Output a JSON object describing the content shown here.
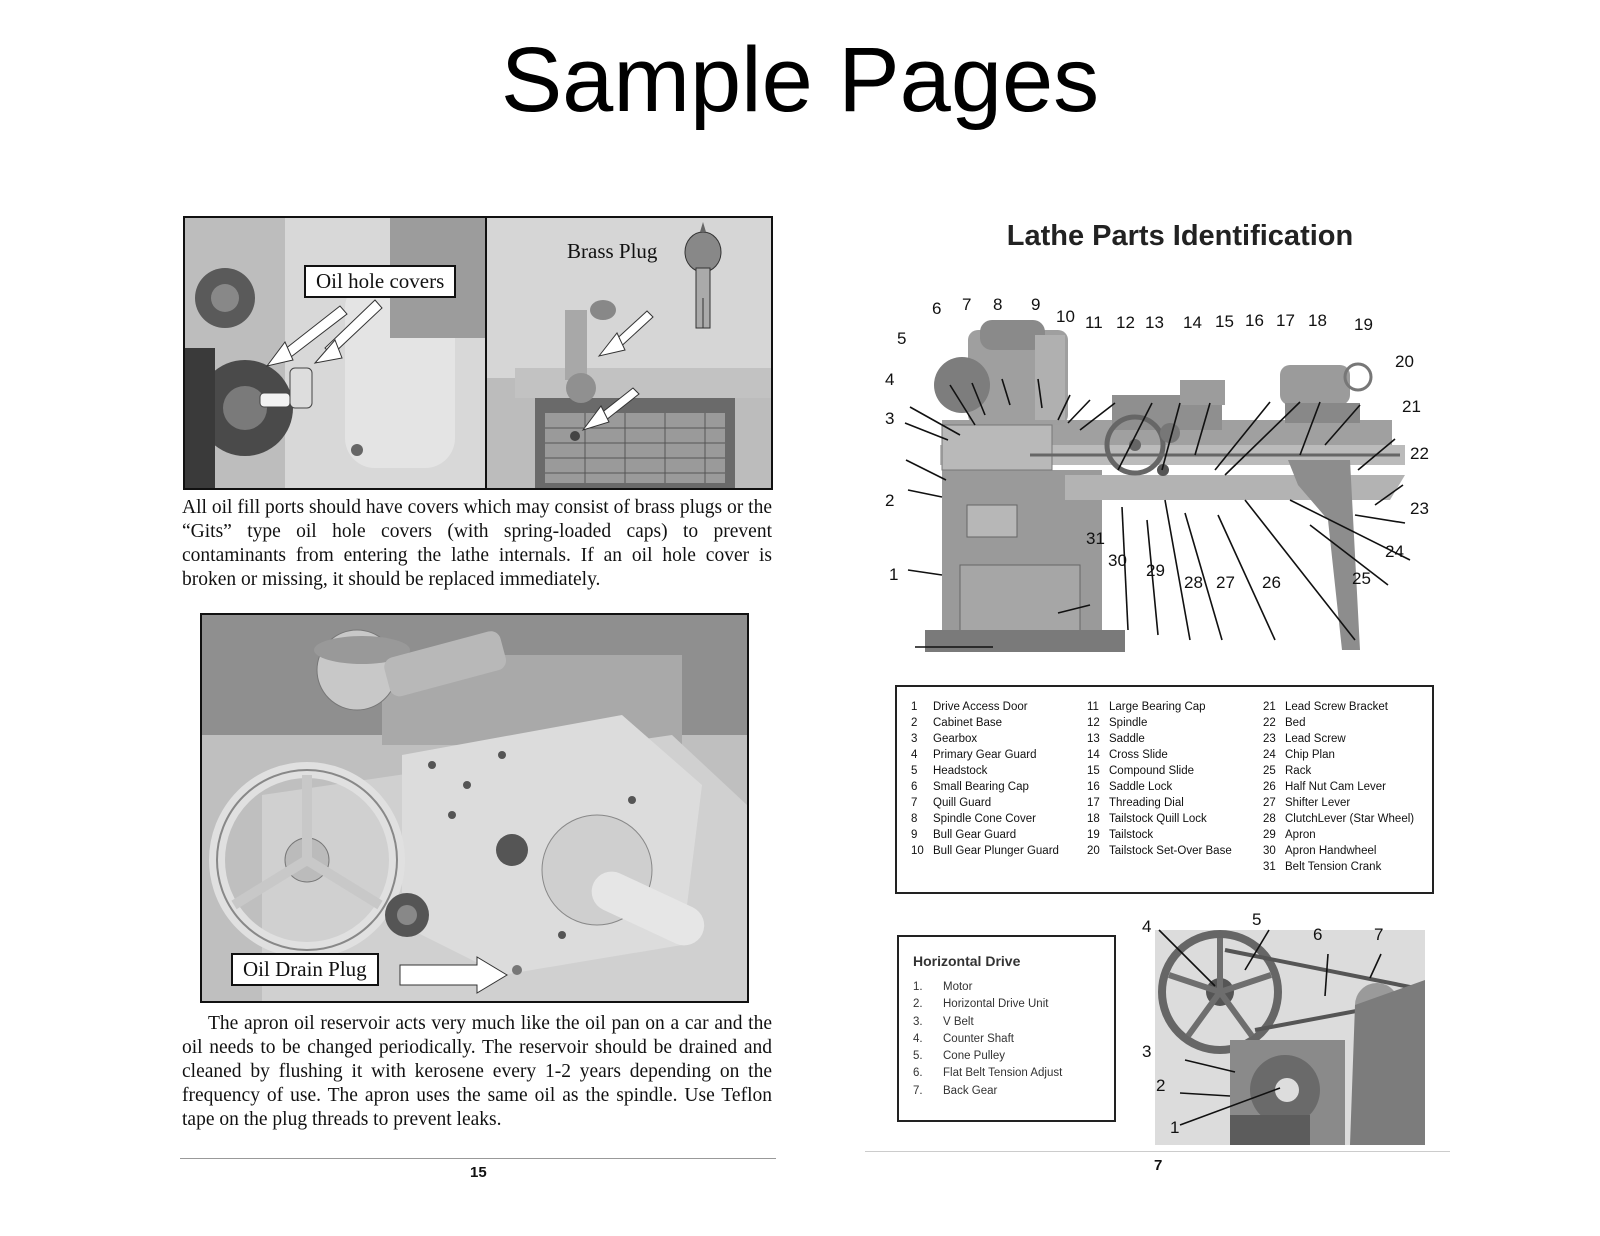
{
  "title": "Sample Pages",
  "left_page": {
    "photo1": {
      "callout_oil_hole_covers": "Oil hole covers",
      "label_brass_plug": "Brass Plug"
    },
    "paragraph1": "All oil fill ports should have covers which may consist of brass plugs or the “Gits” type oil hole covers (with spring-loaded caps) to prevent contaminants from entering the lathe internals. If an oil hole cover is broken or missing, it should be replaced immediately.",
    "photo2": {
      "callout_oil_drain_plug": "Oil Drain Plug"
    },
    "paragraph2": "The apron oil reservoir acts very much like the oil pan on a car and the oil needs to be changed periodically.  The reservoir should be drained and cleaned by flushing it with kerosene every 1-2 years depending on the frequency of use.  The apron uses the same oil as the spindle.  Use Teflon tape on the plug threads to prevent leaks.",
    "page_number": "15"
  },
  "right_page": {
    "heading": "Lathe Parts Identification",
    "diagram_numbers": [
      "1",
      "2",
      "3",
      "4",
      "5",
      "6",
      "7",
      "8",
      "9",
      "10",
      "11",
      "12",
      "13",
      "14",
      "15",
      "16",
      "17",
      "18",
      "19",
      "20",
      "21",
      "22",
      "23",
      "24",
      "25",
      "26",
      "27",
      "28",
      "29",
      "30",
      "31"
    ],
    "legend": [
      {
        "n": "1",
        "t": "Drive Access Door"
      },
      {
        "n": "2",
        "t": "Cabinet Base"
      },
      {
        "n": "3",
        "t": "Gearbox"
      },
      {
        "n": "4",
        "t": "Primary Gear Guard"
      },
      {
        "n": "5",
        "t": "Headstock"
      },
      {
        "n": "6",
        "t": "Small Bearing Cap"
      },
      {
        "n": "7",
        "t": "Quill Guard"
      },
      {
        "n": "8",
        "t": "Spindle Cone Cover"
      },
      {
        "n": "9",
        "t": "Bull Gear Guard"
      },
      {
        "n": "10",
        "t": "Bull Gear Plunger Guard"
      },
      {
        "n": "11",
        "t": "Large Bearing Cap"
      },
      {
        "n": "12",
        "t": "Spindle"
      },
      {
        "n": "13",
        "t": "Saddle"
      },
      {
        "n": "14",
        "t": "Cross Slide"
      },
      {
        "n": "15",
        "t": "Compound Slide"
      },
      {
        "n": "16",
        "t": "Saddle Lock"
      },
      {
        "n": "17",
        "t": "Threading  Dial"
      },
      {
        "n": "18",
        "t": "Tailstock Quill Lock"
      },
      {
        "n": "19",
        "t": "Tailstock"
      },
      {
        "n": "20",
        "t": "Tailstock Set-Over Base"
      },
      {
        "n": "21",
        "t": "Lead Screw Bracket"
      },
      {
        "n": "22",
        "t": "Bed"
      },
      {
        "n": "23",
        "t": "Lead Screw"
      },
      {
        "n": "24",
        "t": "Chip Plan"
      },
      {
        "n": "25",
        "t": "Rack"
      },
      {
        "n": "26",
        "t": "Half Nut Cam Lever"
      },
      {
        "n": "27",
        "t": "Shifter Lever"
      },
      {
        "n": "28",
        "t": "ClutchLever (Star Wheel)"
      },
      {
        "n": "29",
        "t": "Apron"
      },
      {
        "n": "30",
        "t": "Apron Handwheel"
      },
      {
        "n": "31",
        "t": "Belt Tension Crank"
      }
    ],
    "horizontal_drive": {
      "title": "Horizontal Drive",
      "items": [
        {
          "n": "1.",
          "t": "Motor"
        },
        {
          "n": "2.",
          "t": "Horizontal Drive Unit"
        },
        {
          "n": "3.",
          "t": "V Belt"
        },
        {
          "n": "4.",
          "t": "Counter Shaft"
        },
        {
          "n": "5.",
          "t": "Cone Pulley"
        },
        {
          "n": "6.",
          "t": "Flat Belt Tension Adjust"
        },
        {
          "n": "7.",
          "t": "Back Gear"
        }
      ],
      "photo_numbers": [
        "1",
        "2",
        "3",
        "4",
        "5",
        "6",
        "7"
      ]
    },
    "page_number": "7"
  }
}
